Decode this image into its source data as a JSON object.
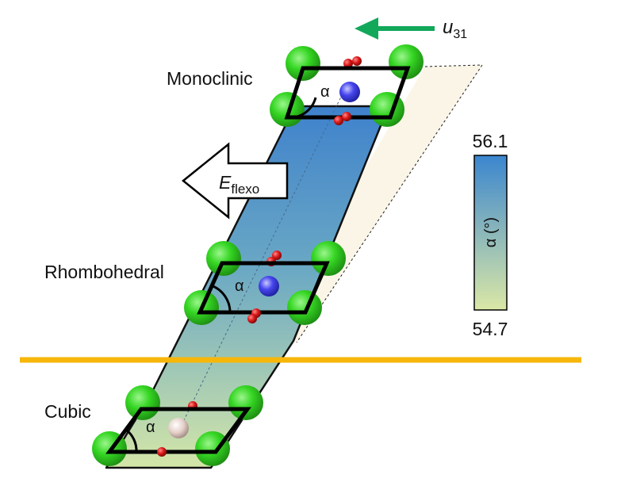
{
  "phases": {
    "monoclinic": "Monoclinic",
    "rhombohedral": "Rhombohedral",
    "cubic": "Cubic"
  },
  "angle_symbol": "α",
  "displacement": {
    "symbol": "u",
    "subscript": "31"
  },
  "field": {
    "symbol": "E",
    "subscript": "flexo"
  },
  "colorbar": {
    "max": "56.1",
    "min": "54.7",
    "label": "α (°)",
    "color_top": "#3b86cf",
    "color_bottom": "#dbe8a6"
  },
  "colors": {
    "atom_green": "#2ecc1f",
    "oxygen_red": "#d91616",
    "center_atom_blue": "#3a3aea",
    "center_atom_cubic": "#e6d2cc",
    "divider_orange": "#f6b70a",
    "arrow_green": "#12a85a",
    "ghost_plane": "#faf5e6"
  }
}
